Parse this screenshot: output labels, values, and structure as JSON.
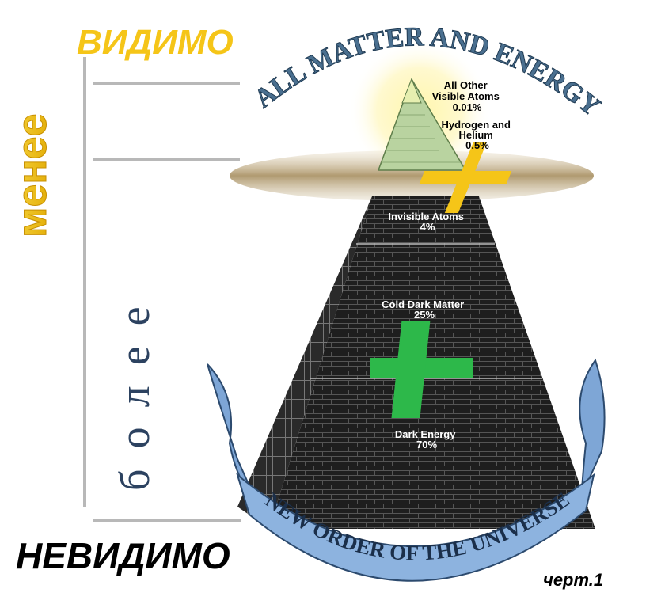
{
  "side_labels": {
    "visible": "ВИДИМО",
    "invisible": "НЕВИДИМО",
    "less": "менее",
    "more": "более",
    "figure_ref": "черт.1"
  },
  "title_arc": "ALL MATTER AND ENERGY",
  "banner": "NEW ORDER OF THE UNIVERSE",
  "layers": [
    {
      "name": "All Other Visible Atoms",
      "lines": [
        "All Other",
        "Visible Atoms"
      ],
      "percent": "0.01%"
    },
    {
      "name": "Hydrogen and Helium",
      "lines": [
        "Hydrogen and",
        "Helium"
      ],
      "percent": "0.5%"
    },
    {
      "name": "Invisible Atoms",
      "lines": [
        "Invisible Atoms"
      ],
      "percent": "4%"
    },
    {
      "name": "Cold Dark Matter",
      "lines": [
        "Cold Dark Matter"
      ],
      "percent": "25%"
    },
    {
      "name": "Dark Energy",
      "lines": [
        "Dark Energy"
      ],
      "percent": "70%"
    }
  ],
  "colors": {
    "yellow": "#f5c518",
    "green_plus": "#2db84a",
    "pyramid_dark": "#1c1c1c",
    "banner_blue": "#7ea6d6",
    "title_blue": "#4a6f8f",
    "bracket_gray": "#b8b8b8"
  }
}
